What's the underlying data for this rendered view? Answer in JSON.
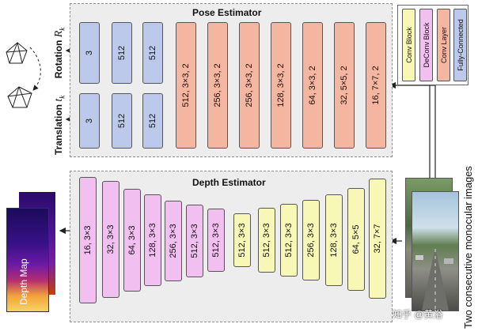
{
  "pose": {
    "title": "Pose Estimator",
    "rotation_label": "Rotation",
    "rotation_symbol": "R",
    "rotation_sub": "k",
    "translation_label": "Translation",
    "translation_symbol": "t",
    "translation_sub": "k",
    "fc_top": [
      "3",
      "512",
      "512"
    ],
    "fc_bottom": [
      "3",
      "512",
      "512"
    ],
    "conv": [
      "512, 3×3, 2",
      "256, 3×3, 2",
      "256, 3×3, 2",
      "128, 3×3, 2",
      "64, 3×3, 2",
      "32, 5×5, 2",
      "16, 7×7, 2"
    ]
  },
  "depth": {
    "title": "Depth Estimator",
    "deconv": [
      "16, 3×3",
      "32, 3×3",
      "64, 3×3",
      "128, 3×3",
      "256, 3×3",
      "512, 3×3",
      "512, 3×3"
    ],
    "conv": [
      "512, 3×3",
      "512, 3×3",
      "512, 3×3",
      "256, 3×3",
      "128, 3×3",
      "64, 5×5",
      "32, 7×7"
    ],
    "output_label": "Depth Map"
  },
  "legend": {
    "items": [
      {
        "label": "Conv Block",
        "color": "#f7f8b5"
      },
      {
        "label": "DeConv Block",
        "color": "#f1bff0"
      },
      {
        "label": "Conv Layer",
        "color": "#f5b6a1"
      },
      {
        "label": "Fully-Connected",
        "color": "#bcc9ea"
      }
    ]
  },
  "input_label": "Two consecutive monocular images",
  "watermark": "知乎 @黄浴",
  "colors": {
    "fully_connected": "#bcc9ea",
    "conv_layer": "#f5b6a1",
    "deconv_block": "#f1bff0",
    "conv_block": "#f7f8b5"
  }
}
